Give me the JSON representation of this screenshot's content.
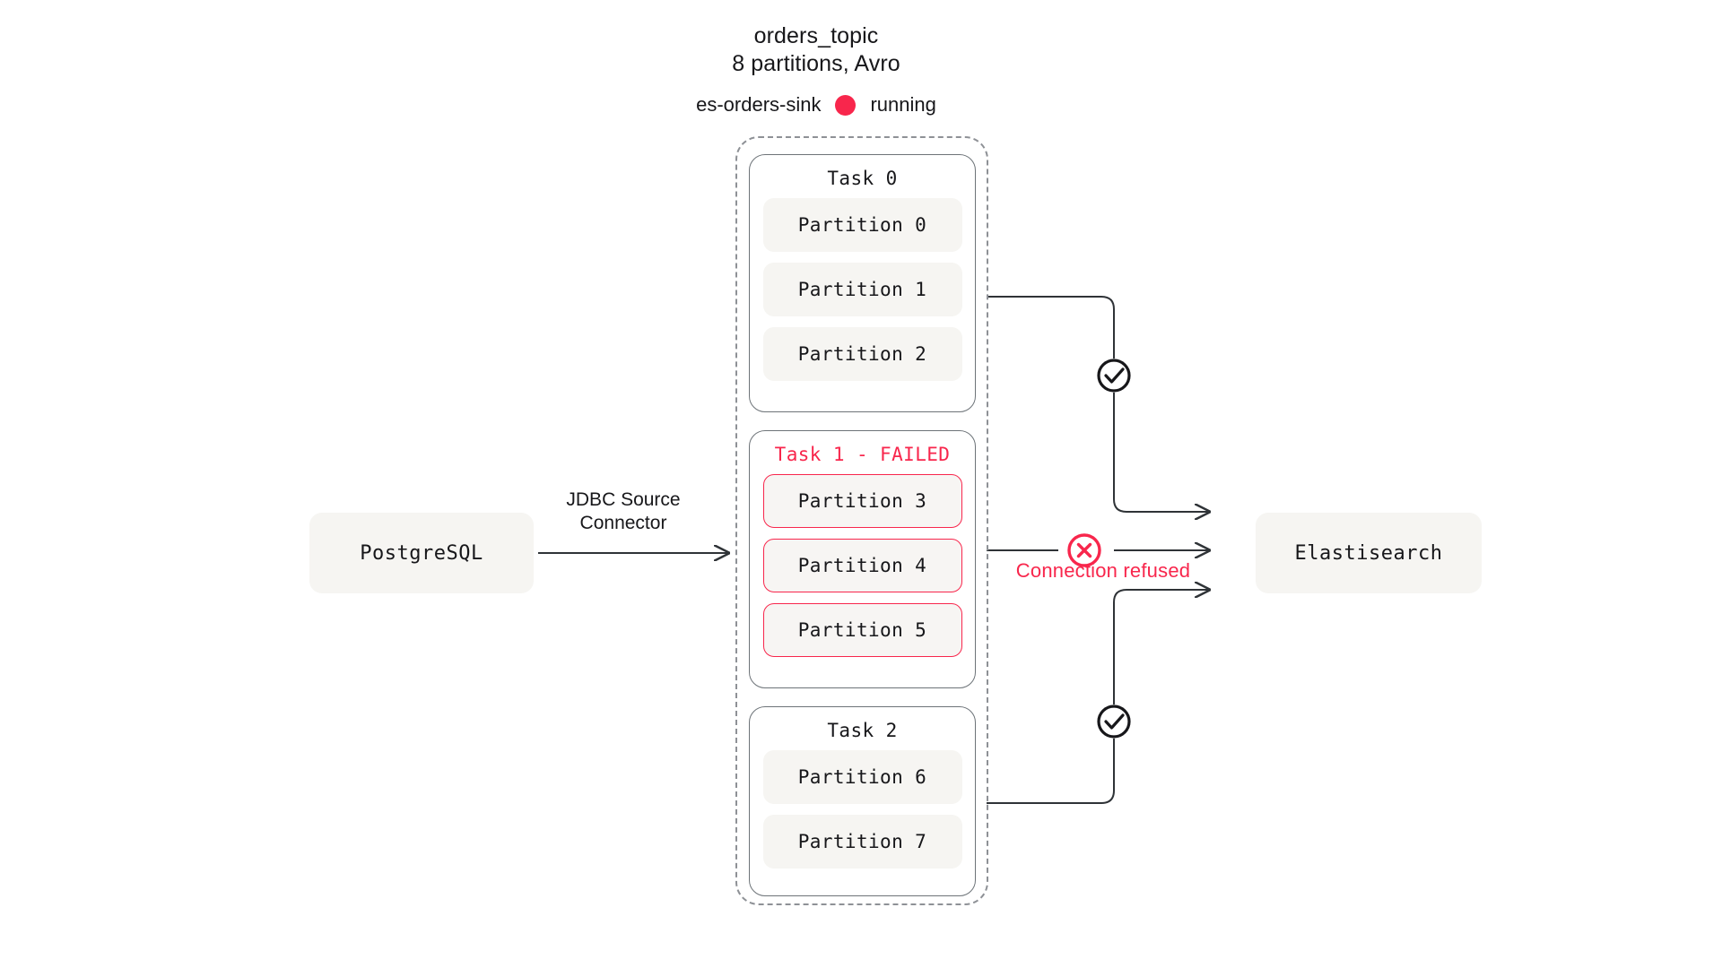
{
  "topic": {
    "name": "orders_topic",
    "details": "8 partitions, Avro"
  },
  "connector": {
    "name": "es-orders-sink",
    "status": "running",
    "status_color": "#f8264c"
  },
  "source_connector_label": "JDBC Source\nConnector",
  "nodes": {
    "source": "PostgreSQL",
    "sink": "Elastisearch"
  },
  "tasks": [
    {
      "title": "Task 0",
      "failed": false,
      "partitions": [
        "Partition 0",
        "Partition 1",
        "Partition 2"
      ]
    },
    {
      "title": "Task 1 - FAILED",
      "failed": true,
      "partitions": [
        "Partition 3",
        "Partition 4",
        "Partition 5"
      ]
    },
    {
      "title": "Task 2",
      "failed": false,
      "partitions": [
        "Partition 6",
        "Partition 7"
      ]
    }
  ],
  "flow_markers": [
    {
      "icon": "check-circle-icon",
      "state": "ok"
    },
    {
      "icon": "error-circle-icon",
      "state": "error",
      "label": "Connection refused"
    },
    {
      "icon": "check-circle-icon",
      "state": "ok"
    }
  ],
  "error_label": "Connection refused",
  "colors": {
    "error": "#f8264c",
    "line": "#2f3337",
    "box_fill": "#f6f5f2",
    "box_border": "#6d7378",
    "dashed_border": "#8e9196"
  }
}
